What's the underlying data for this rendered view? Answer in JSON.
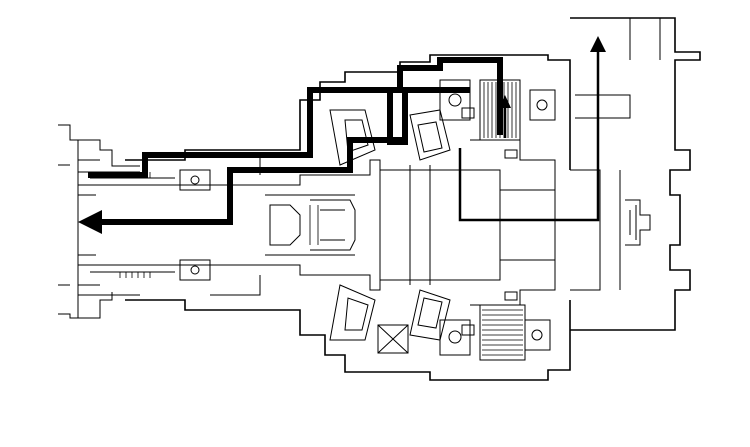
{
  "diagram": {
    "kind": "technical cross-section drawing",
    "colors": {
      "line": "#000000",
      "background": "#ffffff"
    },
    "flow_paths": [
      {
        "role": "power-flow-path-upper",
        "arrow_direction": "left"
      },
      {
        "role": "power-flow-path-output",
        "arrow_direction": "up"
      },
      {
        "role": "power-flow-path-clutch",
        "arrow_direction": "up"
      }
    ]
  }
}
